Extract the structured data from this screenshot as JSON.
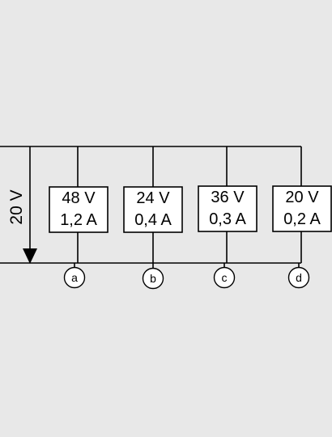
{
  "source": {
    "voltage": "20 V"
  },
  "components": [
    {
      "voltage": "48 V",
      "current": "1,2 A",
      "node": "a"
    },
    {
      "voltage": "24 V",
      "current": "0,4 A",
      "node": "b"
    },
    {
      "voltage": "36 V",
      "current": "0,3 A",
      "node": "c"
    },
    {
      "voltage": "20 V",
      "current": "0,2 A",
      "node": "d"
    }
  ],
  "colors": {
    "background": "#e8e8e8",
    "stroke": "#000000",
    "box_fill": "#ffffff"
  }
}
